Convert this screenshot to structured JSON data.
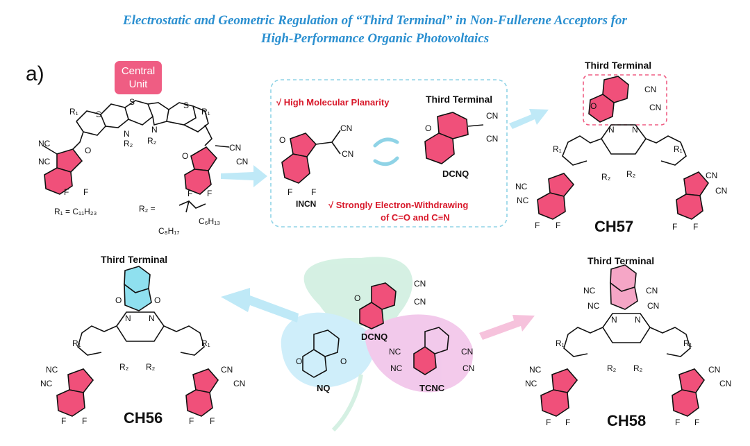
{
  "title": {
    "line1": "Electrostatic and Geometric Regulation of “Third Terminal” in Non-Fullerene Acceptors for",
    "line2": "High-Performance Organic Photovoltaics"
  },
  "panel_label": "a)",
  "central_unit": {
    "line1": "Central",
    "line2": "Unit"
  },
  "substituents": {
    "r1_def": "R₁ = C₁₁H₂₃",
    "r2_def": "R₂ =",
    "r2_branch1": "C₆H₁₃",
    "r2_branch2": "C₈H₁₇"
  },
  "molecule_labels": {
    "r1": "R₁",
    "r2": "R₂",
    "n": "N",
    "s": "S",
    "o": "O",
    "f": "F",
    "nc": "NC",
    "cn": "CN"
  },
  "features": {
    "planarity": "√ High Molecular Planarity",
    "withdrawing_line1": "√ Strongly Electron-Withdrawing",
    "withdrawing_line2": "of C=O and C≡N"
  },
  "terminals": {
    "third_terminal": "Third Terminal",
    "incn": "INCN",
    "dcnq": "DCNQ",
    "nq": "NQ",
    "tcnc": "TCNC"
  },
  "compounds": {
    "ch56": "CH56",
    "ch57": "CH57",
    "ch58": "CH58"
  },
  "colors": {
    "title": "#2a8fd0",
    "end_group": "#f0507a",
    "central_unit": "#ef5d83",
    "ch56_terminal": "#8fe0ef",
    "ch58_terminal": "#f5a6c6",
    "arrow": "#bfe9f7",
    "arrow_pink": "#f6c2dc",
    "highlight_text": "#d8182a",
    "clover_blue": "#cdeefa",
    "clover_green": "#d3f0e2",
    "clover_pink": "#f2c7ea"
  }
}
